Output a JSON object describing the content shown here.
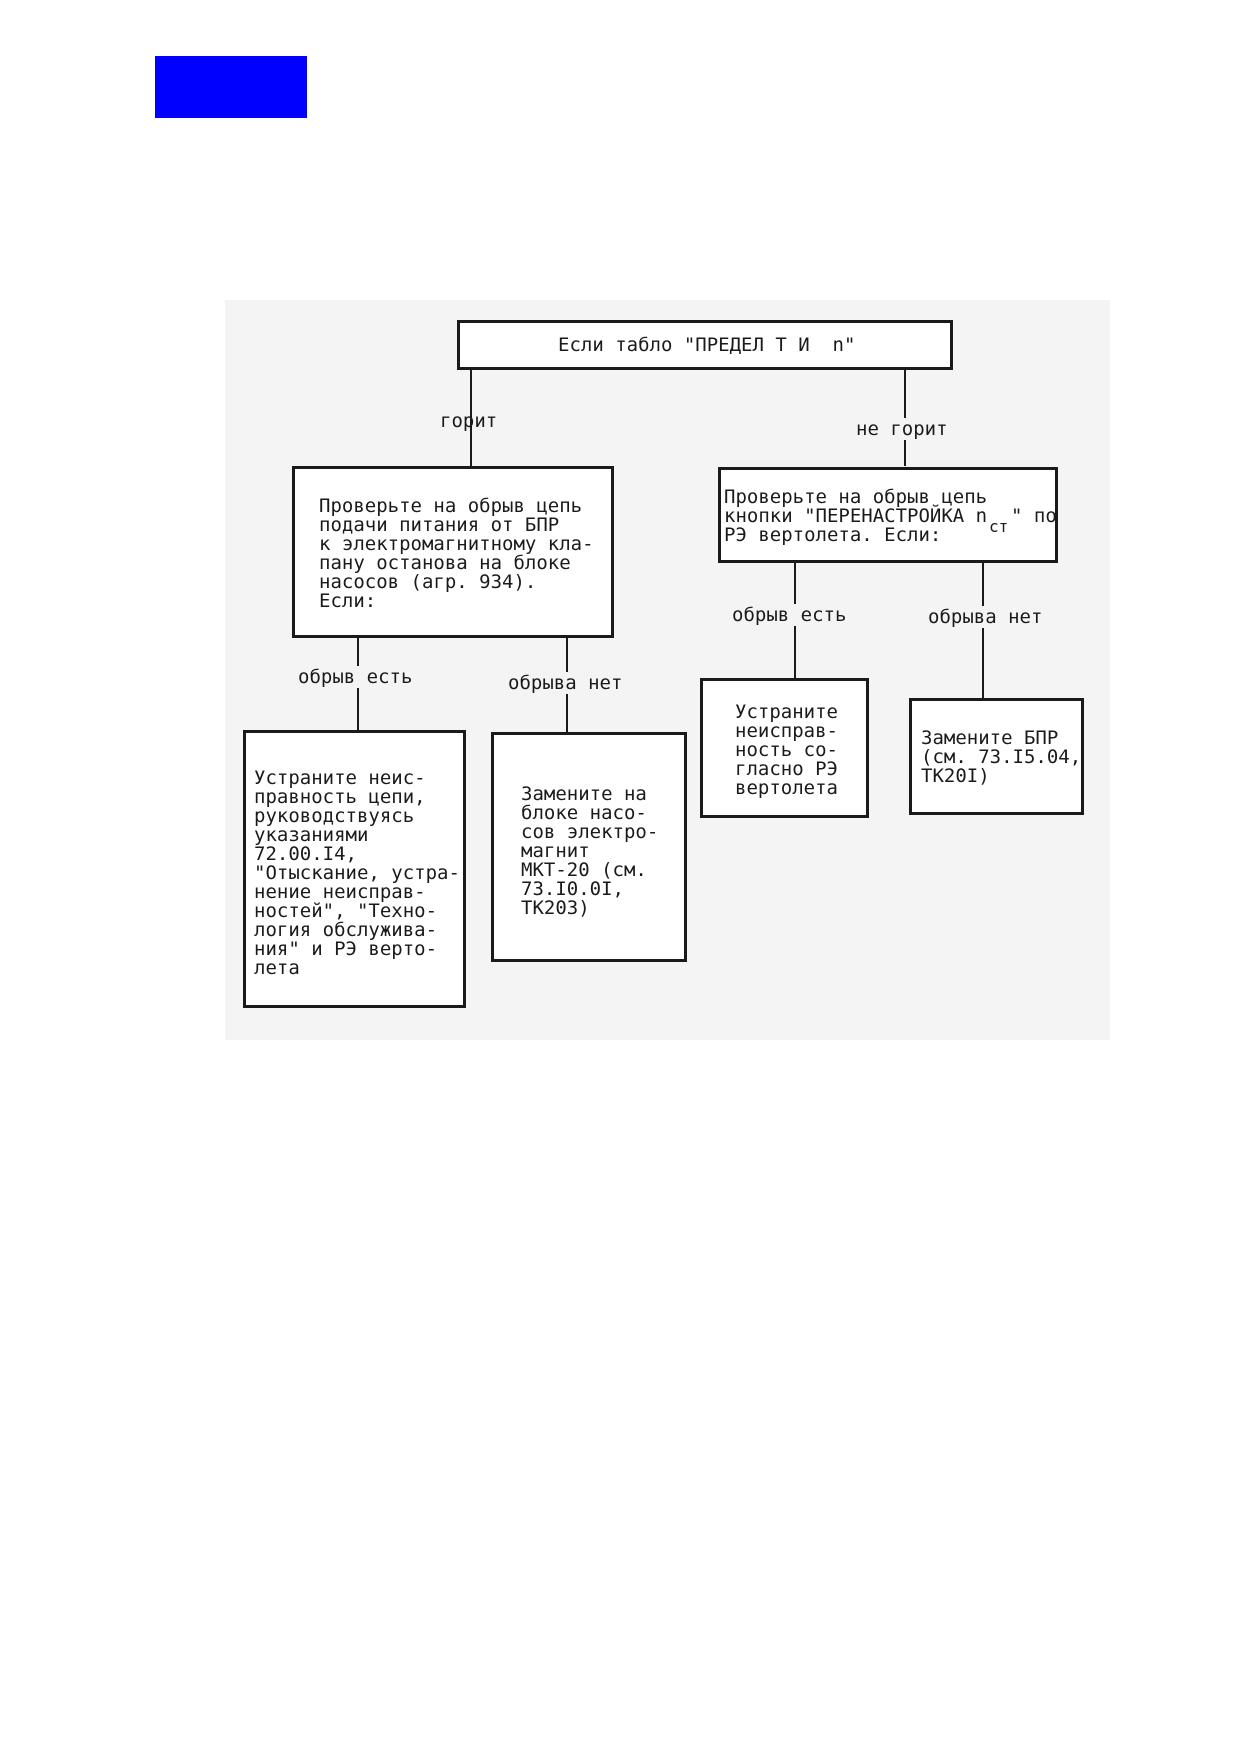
{
  "redaction": {
    "color": "#0000ff"
  },
  "root": {
    "text": "Если табло \"ПРЕДЕЛ Т И  n\""
  },
  "edges": {
    "lit": "горит",
    "not_lit": "не горит",
    "left_break_yes": "обрыв есть",
    "left_break_no": "обрыва нет",
    "right_break_yes": "обрыв есть",
    "right_break_no": "обрыва нет"
  },
  "left_check": {
    "text": "Проверьте на обрыв цепь\nподачи питания от БПР\nк электромагнитному кла-\nпану останова на блоке\nнасосов (агр. 934).\nЕсли:"
  },
  "right_check": {
    "line1": "Проверьте на обрыв цепь",
    "line2": "кнопки \"ПЕРЕНАСТРОЙКА n",
    "line2_end": "\" по",
    "subscript": "ст",
    "line3": "РЭ вертолета. Если:"
  },
  "leaf_repair_circuit": {
    "text": "Устраните неис-\nправность цепи,\nруководствуясь\nуказаниями\n72.00.I4,\n\"Отыскание, устра-\nнение неисправ-\nностей\", \"Техно-\nлогия обслужива-\nния\" и РЭ верто-\nлета"
  },
  "leaf_replace_magnet": {
    "text": "Замените на\nблоке насо-\nсов электро-\nмагнит\nМКТ-20 (см.\n73.I0.0I,\nТК203)"
  },
  "leaf_repair_fault": {
    "text": "Устраните\nнеисправ-\nность со-\nгласно РЭ\nвертолета"
  },
  "leaf_replace_bpr": {
    "text": "Замените БПР\n(см. 73.I5.04,\nТК20I)"
  }
}
